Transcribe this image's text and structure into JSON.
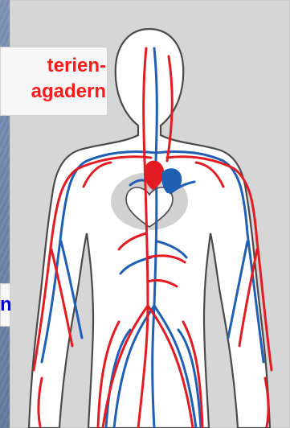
{
  "label": {
    "line1": "terien-",
    "line2": "agadern"
  },
  "small_label": "n",
  "colors": {
    "artery": "#e31b23",
    "vein": "#1f5fb4",
    "body": "#ffffff",
    "outline": "#4a4a4a",
    "panel": "#d6d6d6",
    "background": "#6f86ad"
  }
}
